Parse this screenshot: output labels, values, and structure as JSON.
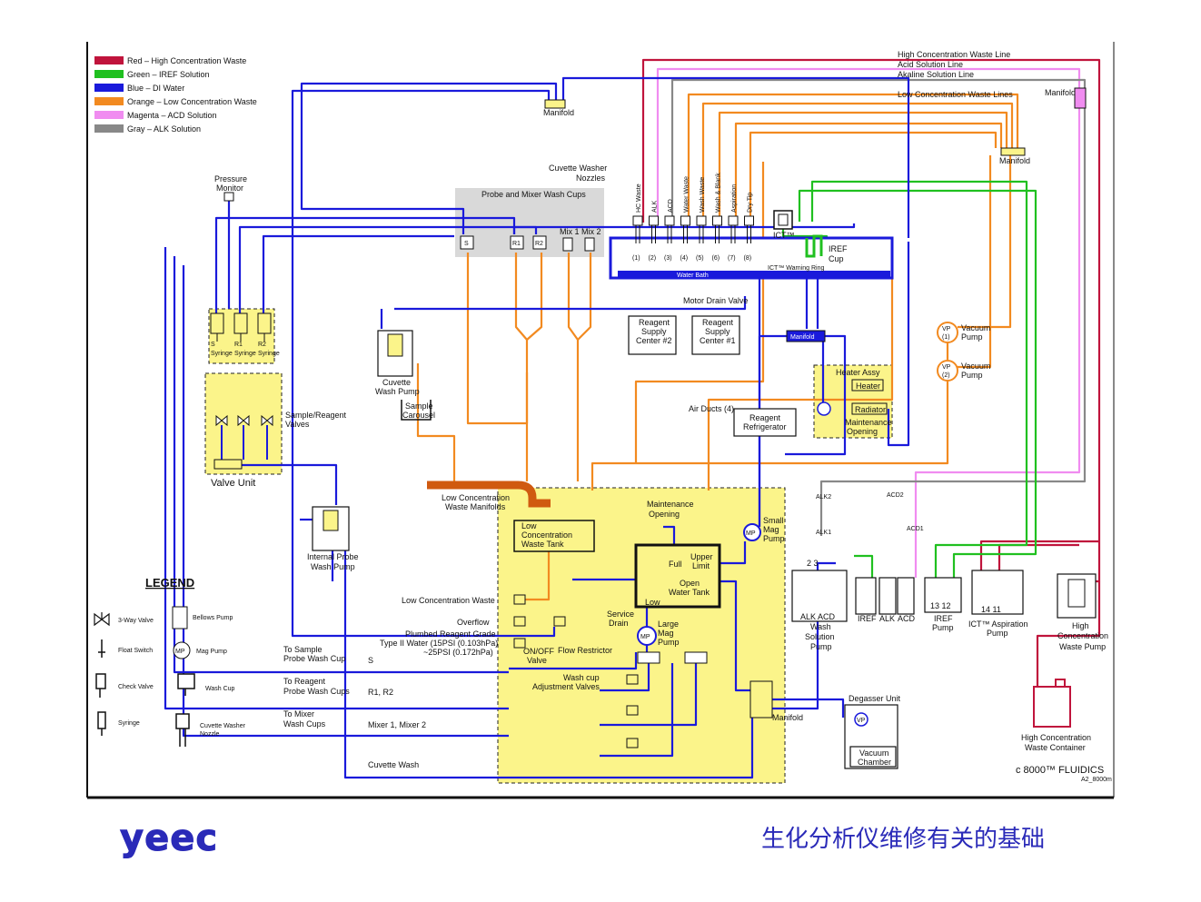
{
  "colors": {
    "red": "#c0143c",
    "green": "#20c020",
    "blue": "#1a1adb",
    "orange": "#f28a20",
    "magenta": "#f08cf0",
    "gray": "#888888",
    "yellow": "#fbf48a",
    "brand": "#2a2ab8"
  },
  "color_key": [
    {
      "label": "Red – High Concentration Waste",
      "color": "red"
    },
    {
      "label": "Green – IREF Solution",
      "color": "green"
    },
    {
      "label": "Blue – DI Water",
      "color": "blue"
    },
    {
      "label": "Orange – Low Concentration Waste",
      "color": "orange"
    },
    {
      "label": "Magenta – ACD Solution",
      "color": "magenta"
    },
    {
      "label": "Gray – ALK Solution",
      "color": "gray"
    }
  ],
  "top_lines": {
    "hc_waste_line": "High Concentration Waste Line",
    "acid_line": "Acid Solution Line",
    "alkaline_line": "Akaline Solution Line",
    "low_waste_lines": "Low Concentration Waste Lines",
    "manifold_right": "Manifold",
    "manifold_mid": "Manifold",
    "manifold_top": "Manifold"
  },
  "washer": {
    "title": "Cuvette Washer\nNozzles",
    "nozzles": [
      "HC Waste",
      "ALK",
      "ACD",
      "Water Waste",
      "Wash Waste",
      "Wash & Blank",
      "Aspiration",
      "Dry Tip"
    ],
    "numbers": [
      "(1)",
      "(2)",
      "(3)",
      "(4)",
      "(5)",
      "(6)",
      "(7)",
      "(8)"
    ],
    "ict": "ICT™",
    "iref_cup": "IREF\nCup",
    "warning_ring": "ICT™ Warning Ring",
    "water_bath": "Water Bath"
  },
  "probe_wash": {
    "title": "Probe and Mixer Wash Cups",
    "cups": [
      "S",
      "R1",
      "R2"
    ],
    "mix": "Mix 1  Mix 2"
  },
  "left": {
    "pressure_monitor": "Pressure\nMonitor",
    "syringes": [
      "S\nSyringe",
      "R1\nSyringe",
      "R2\nSyringe"
    ],
    "sample_reagent_valves": "Sample/Reagent\nValves",
    "valve_unit": "Valve Unit",
    "cuvette_wash_pump": "Cuvette\nWash Pump",
    "sample_carousel": "Sample\nCarousel",
    "internal_probe_pump": "Internal Probe\nWash Pump"
  },
  "center": {
    "reagent_supply_2": "Reagent\nSupply\nCenter #2",
    "reagent_supply_1": "Reagent\nSupply\nCenter #1",
    "air_ducts": "Air Ducts (4)",
    "reagent_refrigerator": "Reagent\nRefrigerator",
    "motor_drain_valve": "Motor Drain Valve",
    "manifold": "Manifold",
    "heater_assy": "Heater Assy",
    "heater": "Heater",
    "radiator": "Radiator",
    "maintenance_opening": "Maintenance\nOpening",
    "low_conc_manifolds": "Low Concentration\nWaste Manifolds"
  },
  "tank_area": {
    "low_conc_tank": "Low\nConcentration\nWaste Tank",
    "maintenance_opening": "Maintenance\nOpening",
    "small_mag_pump": "Small\nMag\nPump",
    "full": "Full",
    "upper_limit": "Upper\nLimit",
    "open_water_tank": "Open\nWater Tank",
    "low": "Low",
    "service_drain": "Service\nDrain",
    "large_mag_pump": "Large\nMag\nPump",
    "low_conc_waste": "Low Concentration Waste",
    "overflow": "Overflow",
    "plumbed": "Plumbed Reagent Grade\nType II Water (15PSI (0.103hPa)\n~25PSI (0.172hPa)",
    "on_off_valve": "ON/OFF\nValve",
    "flow_restrictor": "Flow Restrictor",
    "wash_cup_valves": "Wash cup\nAdjustment Valves",
    "manifold": "Manifold"
  },
  "routes": {
    "to_sample": "To Sample\nProbe Wash Cup",
    "to_reagent": "To Reagent\nProbe Wash Cups",
    "to_mixer": "To Mixer\nWash Cups",
    "s": "S",
    "r1r2": "R1, R2",
    "mixer": "Mixer 1, Mixer 2",
    "cuvette_wash": "Cuvette Wash"
  },
  "right": {
    "vacuum_pump_1": "Vacuum\nPump",
    "vacuum_pump_2": "Vacuum\nPump",
    "vp1": "(1)",
    "vp2": "(2)",
    "alk2": "ALK2",
    "alk1": "ALK1",
    "acd2": "ACD2",
    "acd1": "ACD1",
    "wash_solution_pump": "Wash\nSolution\nPump",
    "iref": "IREF",
    "alk": "ALK",
    "acd": "ACD",
    "iref_pump": "IREF\nPump",
    "ict_aspiration_pump": "ICT™ Aspiration\nPump",
    "hc_waste_pump": "High\nConcentration\nWaste Pump",
    "hc_waste_container": "High Concentration\nWaste Container",
    "degasser_unit": "Degasser Unit",
    "vacuum_chamber": "Vacuum\nChamber",
    "title": "c 8000™ FLUIDICS",
    "code": "A2_8000m"
  },
  "legend": {
    "title": "LEGEND",
    "items": [
      "3-Way Valve",
      "Bellows Pump",
      "Float Switch",
      "Mag Pump",
      "Check Valve",
      "Wash Cup",
      "Syringe",
      "Cuvette Washer\nNozzle"
    ]
  },
  "footer": {
    "brand": "yeec",
    "title": "生化分析仪维修有关的基础"
  }
}
